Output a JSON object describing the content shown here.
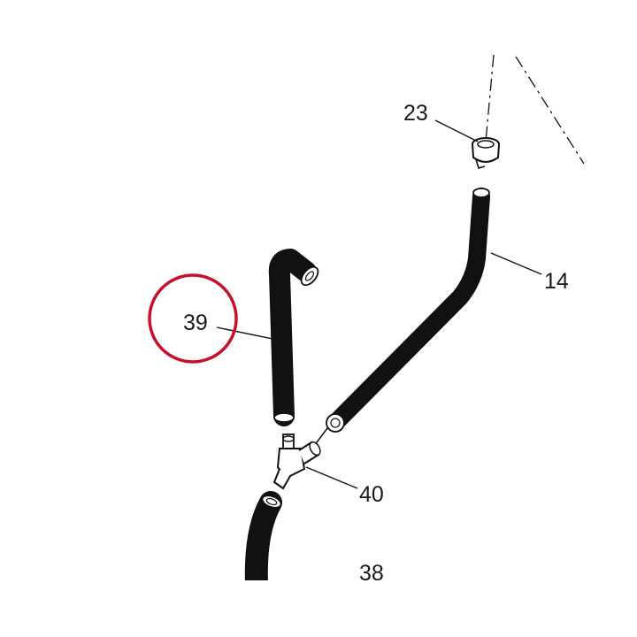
{
  "parts": [
    {
      "id": "23",
      "name": "clamp"
    },
    {
      "id": "14",
      "name": "hose"
    },
    {
      "id": "39",
      "name": "hose"
    },
    {
      "id": "40",
      "name": "t-connector"
    },
    {
      "id": "38",
      "name": "hose"
    }
  ],
  "labels": {
    "p23": "23",
    "p14": "14",
    "p39": "39",
    "p40": "40",
    "p38": "38"
  },
  "highlight": {
    "part": "39",
    "color": "#c8102e"
  },
  "line_color": "#111111"
}
